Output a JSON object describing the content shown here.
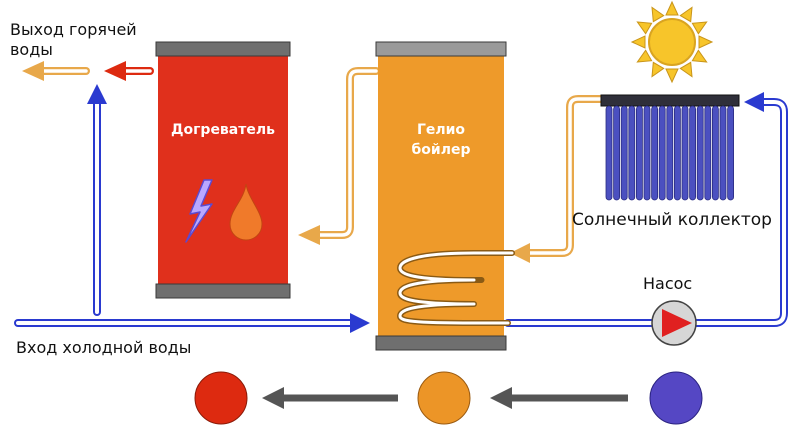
{
  "labels": {
    "hot_out_line1": "Выход горячей",
    "hot_out_line2": "воды",
    "cold_in": "Вход холодной воды",
    "heater": "Догреватель",
    "boiler_line1": "Гелио",
    "boiler_line2": "бойлер",
    "collector": "Солнечный коллектор",
    "pump": "Насос"
  },
  "colors": {
    "heater_tank": "#e0301c",
    "boiler_tank": "#ee9a2a",
    "collector_tube": "#4b50c0",
    "cold_pipe": "#2a3ad0",
    "hot_pipe": "#e8a84a",
    "pump_arrow": "#e02020",
    "sun": "#f7c52a",
    "legend_hot": "#dd2a10",
    "legend_warm": "#ec9527",
    "legend_cold": "#5547c4"
  },
  "icons": [
    "lightning-icon",
    "flame-icon",
    "sun-icon",
    "pump-icon"
  ]
}
